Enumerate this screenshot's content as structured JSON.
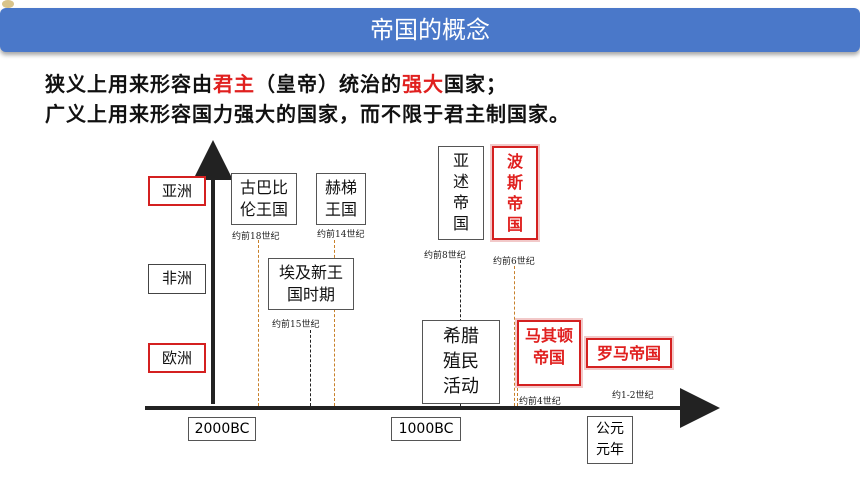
{
  "title": "帝国的概念",
  "intro": {
    "line1": {
      "p1": "狭义上用来形容由",
      "r1": "君主",
      "p2": "（皇帝）统治的",
      "r2": "强大",
      "p3": "国家；"
    },
    "line2": "广义上用来形容国力强大的国家，而不限于君主制国家。"
  },
  "regions": {
    "asia": "亚洲",
    "africa": "非洲",
    "europe": "欧洲"
  },
  "states": {
    "babylon": [
      "古巴比",
      "伦王国"
    ],
    "hittite": [
      "赫梯",
      "王国"
    ],
    "egypt": [
      "埃及新王",
      "国时期"
    ],
    "assyria": [
      "亚",
      "述",
      "帝",
      "国"
    ],
    "persia": [
      "波",
      "斯",
      "帝",
      "国"
    ],
    "greek": [
      "希腊",
      "殖民",
      "活动"
    ],
    "macedon": [
      "马其顿",
      "帝国"
    ],
    "rome": "罗马帝国"
  },
  "eras": {
    "babylon": "约前18世纪",
    "hittite": "约前14世纪",
    "egypt": "约前15世纪",
    "assyria": "约前8世纪",
    "persia": "约前6世纪",
    "macedon": "约前4世纪",
    "rome": "约1-2世纪"
  },
  "axis": {
    "bc2000": "2000BC",
    "bc1000": "1000BC",
    "ad": [
      "公元",
      "元年"
    ]
  },
  "colors": {
    "title_bar": "#4a78c9",
    "accent_red": "#e0201f"
  }
}
